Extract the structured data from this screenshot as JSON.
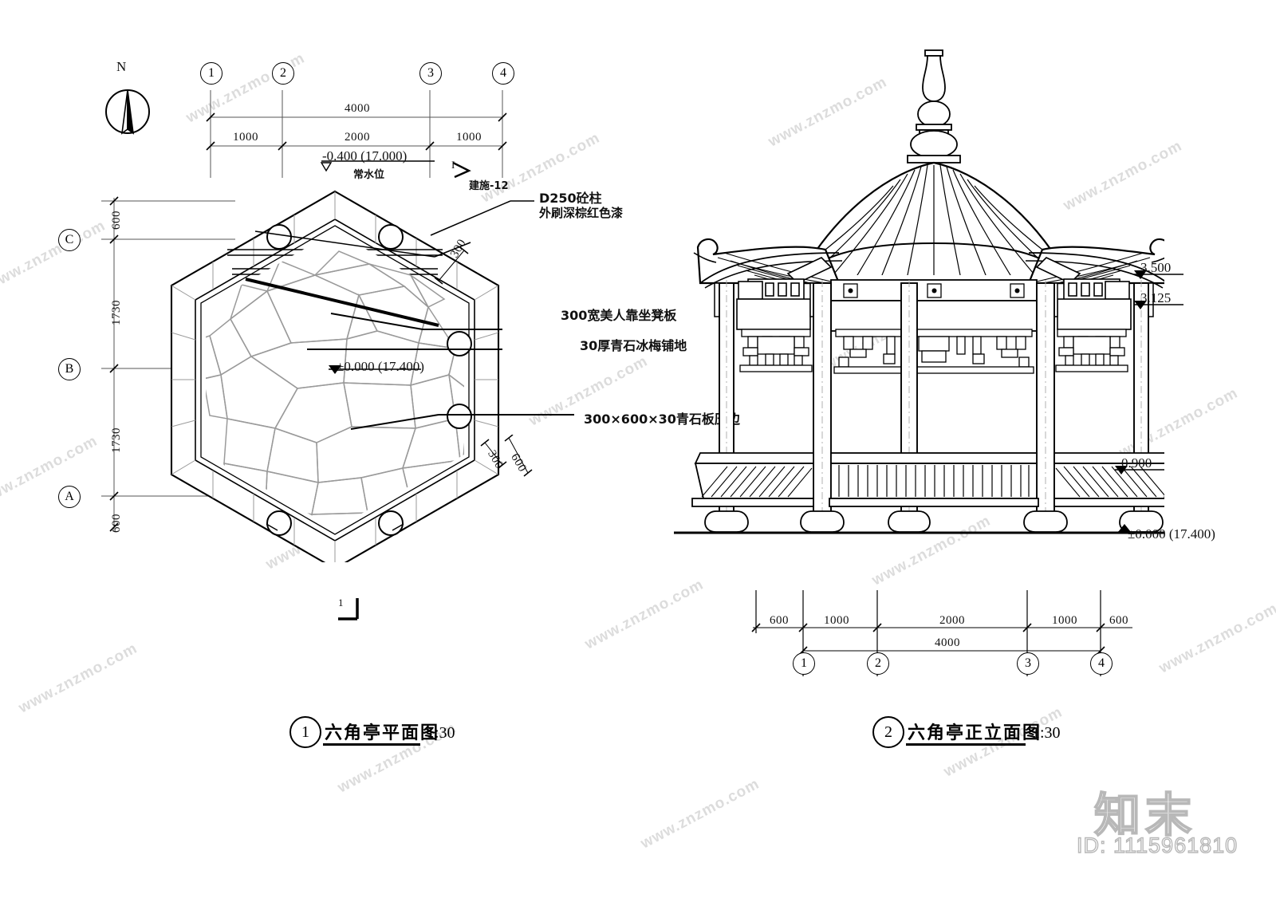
{
  "sheet": {
    "drawing_type": "CAD architectural drawing",
    "background": "#ffffff",
    "line_color": "#000000",
    "faint_line_color": "#9a9a9a"
  },
  "north_arrow": {
    "label": "N"
  },
  "plan": {
    "title_number": "1",
    "title_name": "六角亭平面图",
    "scale": "1:30",
    "top_grid_labels": [
      "1",
      "2",
      "3",
      "4"
    ],
    "top_dim_overall": "4000",
    "top_dim_chain": [
      "1000",
      "2000",
      "1000"
    ],
    "left_grid_labels": [
      "C",
      "B",
      "A"
    ],
    "left_dim_chain": [
      "600",
      "1730",
      "1730",
      "600"
    ],
    "water_level": {
      "elevation": "-0.400 (17.000)",
      "note": "常水位"
    },
    "floor_level": "±0.000 (17.400)",
    "section_ref": {
      "label": "I",
      "sheet": "建施-12"
    },
    "section_mark": "1",
    "edge_dims": [
      {
        "value": "300",
        "where": "upper-right-eave"
      },
      {
        "value": "300",
        "where": "lower-right-bench"
      },
      {
        "value": "600",
        "where": "lower-right-paver"
      }
    ],
    "annotations": [
      {
        "line1": "D250砼柱",
        "line2": "外刷深棕红色漆"
      },
      {
        "line1": "300宽美人靠坐凳板",
        "line2": ""
      },
      {
        "line1": "30厚青石冰梅铺地",
        "line2": ""
      },
      {
        "line1": "300×600×30青石板压边",
        "line2": ""
      }
    ]
  },
  "elevation": {
    "title_number": "2",
    "title_name": "六角亭正立面图",
    "scale": "1:30",
    "levels": [
      {
        "value": "3.500"
      },
      {
        "value": "3.125"
      },
      {
        "value": "0.900"
      },
      {
        "value": "±0.000 (17.400)"
      }
    ],
    "bottom_grid_labels": [
      "1",
      "2",
      "3",
      "4"
    ],
    "bottom_dim_chain": [
      "600",
      "1000",
      "2000",
      "1000",
      "600"
    ],
    "bottom_dim_overall": "4000"
  },
  "watermarks": {
    "text": "www.znzmo.com",
    "logo_text": "知末",
    "id_text": "ID: 1115961810"
  }
}
